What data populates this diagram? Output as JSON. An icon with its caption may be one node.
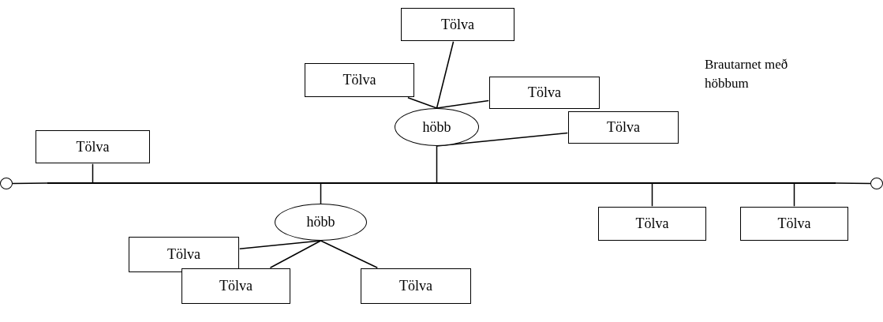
{
  "diagram": {
    "nodes": [
      {
        "text": [
          "Tölva"
        ]
      },
      {
        "text": [
          "Tölva"
        ]
      },
      {
        "text": [
          "Tölva"
        ]
      },
      {
        "text": [
          "Tölva"
        ]
      },
      {
        "text": [
          "höbb"
        ]
      },
      {
        "text": [
          "Tölva"
        ]
      },
      {
        "text": [],
        "shape": "bar"
      },
      {
        "text": [],
        "shape": "circle"
      },
      {
        "text": [],
        "shape": "circle"
      },
      {
        "text": [
          "höbb"
        ]
      },
      {
        "text": [
          "Tölva"
        ]
      },
      {
        "text": [
          "Tölva"
        ]
      },
      {
        "text": [
          "Tölva"
        ]
      },
      {
        "text": [
          "Tölva"
        ]
      },
      {
        "text": [
          "Tölva"
        ]
      }
    ],
    "edges": [
      {
        "from": 0,
        "to": 4,
        "arrow": "none"
      },
      {
        "from": 1,
        "to": 4,
        "arrow": "none"
      },
      {
        "from": 2,
        "to": 4,
        "arrow": "none"
      },
      {
        "from": 3,
        "to": 4,
        "arrow": "none"
      },
      {
        "from": 5,
        "to": 6,
        "arrow": "none"
      },
      {
        "from": 4,
        "to": 6,
        "arrow": "none"
      },
      {
        "from": 7,
        "to": 6,
        "arrow": "none"
      },
      {
        "from": 6,
        "to": 8,
        "arrow": "none"
      },
      {
        "from": 9,
        "to": 6,
        "arrow": "none"
      },
      {
        "from": 10,
        "to": 6,
        "arrow": "none"
      },
      {
        "from": 11,
        "to": 6,
        "arrow": "none"
      },
      {
        "from": 12,
        "to": 9,
        "arrow": "none"
      },
      {
        "from": 13,
        "to": 9,
        "arrow": "none"
      },
      {
        "from": 14,
        "to": 9,
        "arrow": "none"
      }
    ],
    "labels": [
      "Brautarnet með höbbum"
    ]
  }
}
